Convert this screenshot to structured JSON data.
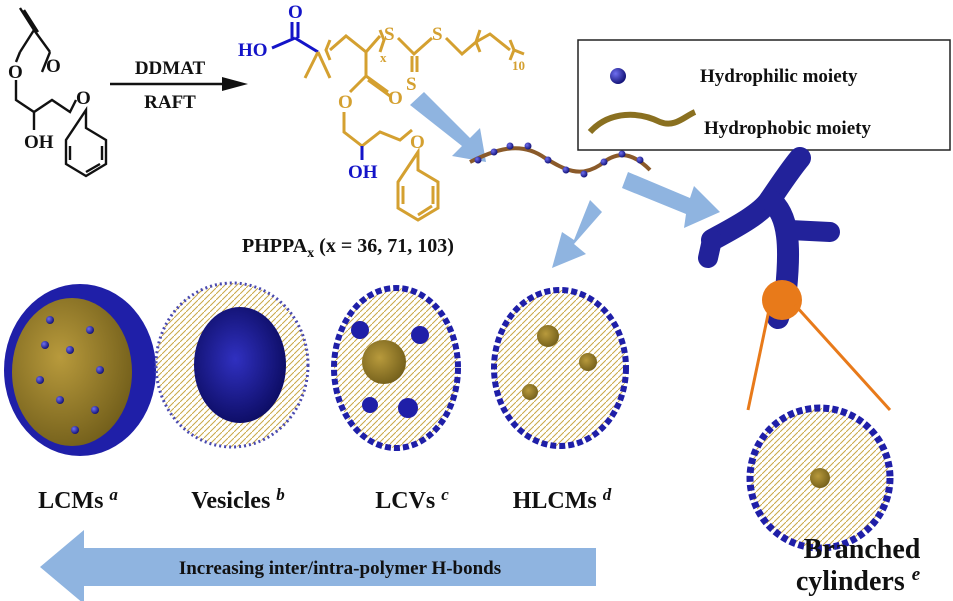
{
  "reaction": {
    "reagent": "DDMAT",
    "method": "RAFT"
  },
  "monomer": {
    "oh_label": "OH",
    "o_label": "O"
  },
  "polymer": {
    "ho": "HO",
    "o_top": "O",
    "o_ester": "O",
    "o_ester2": "O",
    "oh": "OH",
    "o_ether": "O",
    "s1": "S",
    "s2": "S",
    "s3": "S",
    "sub_x": "x",
    "sub_10": "10",
    "name": "PHPPA",
    "name_sub": "x",
    "name_values": " (x = 36, 71, 103)"
  },
  "legend": {
    "hydrophilic": "Hydrophilic moiety",
    "hydrophobic": "Hydrophobic moiety"
  },
  "morphologies": [
    {
      "label": "LCMs ",
      "sup": "a"
    },
    {
      "label": "Vesicles ",
      "sup": "b"
    },
    {
      "label": "LCVs ",
      "sup": "c"
    },
    {
      "label": "HLCMs ",
      "sup": "d"
    }
  ],
  "branched": {
    "line1": "Branched",
    "line2": "cylinders ",
    "sup": "e"
  },
  "trend_arrow": {
    "label": "Increasing inter/intra-polymer H-bonds"
  },
  "colors": {
    "hydrophilic": "#1f1fa8",
    "hydrophobic": "#8a7020",
    "arrow": "#8fb4e0",
    "highlight": "#e87a1a"
  }
}
